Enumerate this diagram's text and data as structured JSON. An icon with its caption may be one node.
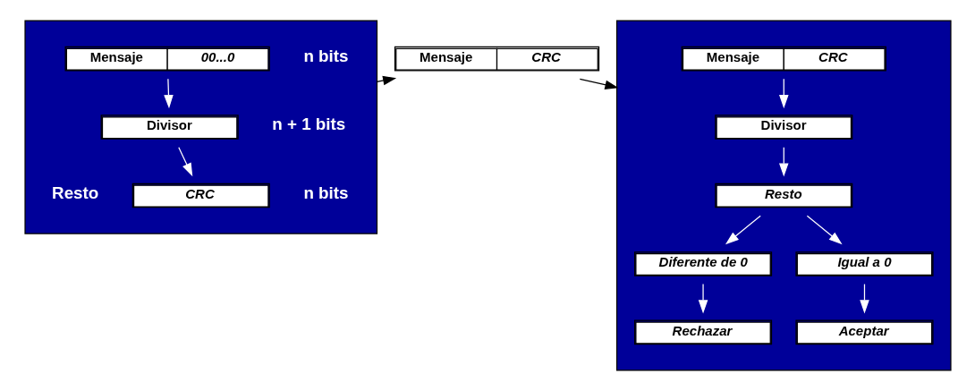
{
  "diagram": {
    "nodes": [
      {
        "text": [],
        "shape": "box"
      },
      {
        "text": [
          "Mensaje",
          "00...0"
        ],
        "in": 0,
        "beside": [
          "n bits"
        ]
      },
      {
        "text": [
          "Divisor"
        ],
        "in": 0,
        "beside": [
          "n + 1 bits"
        ]
      },
      {
        "text": [
          "CRC"
        ],
        "in": 0,
        "beside": [
          "Resto",
          "n bits"
        ]
      },
      {
        "text": [
          "Mensaje",
          "CRC"
        ]
      },
      {
        "text": [],
        "shape": "box"
      },
      {
        "text": [
          "Mensaje",
          "CRC"
        ],
        "in": 5
      },
      {
        "text": [
          "Divisor"
        ],
        "in": 5
      },
      {
        "text": [
          "Resto"
        ],
        "in": 5
      },
      {
        "text": [
          "Diferente de 0"
        ],
        "in": 5
      },
      {
        "text": [
          "Igual a 0"
        ],
        "in": 5
      },
      {
        "text": [
          "Rechazar"
        ],
        "in": 5
      },
      {
        "text": [
          "Aceptar"
        ],
        "in": 5
      }
    ],
    "edges": [
      {
        "from": 1,
        "to": 2,
        "arrow": "to"
      },
      {
        "from": 2,
        "to": 3,
        "arrow": "to"
      },
      {
        "from": 0,
        "to": 4,
        "arrow": "to",
        "color": "#000000"
      },
      {
        "from": 4,
        "to": 5,
        "arrow": "to",
        "color": "#000000"
      },
      {
        "from": 6,
        "to": 7,
        "arrow": "to"
      },
      {
        "from": 7,
        "to": 8,
        "arrow": "to"
      },
      {
        "from": 8,
        "to": 9,
        "arrow": "to"
      },
      {
        "from": 8,
        "to": 10,
        "arrow": "to"
      },
      {
        "from": 9,
        "to": 11,
        "arrow": "to"
      },
      {
        "from": 10,
        "to": 12,
        "arrow": "to"
      }
    ]
  }
}
